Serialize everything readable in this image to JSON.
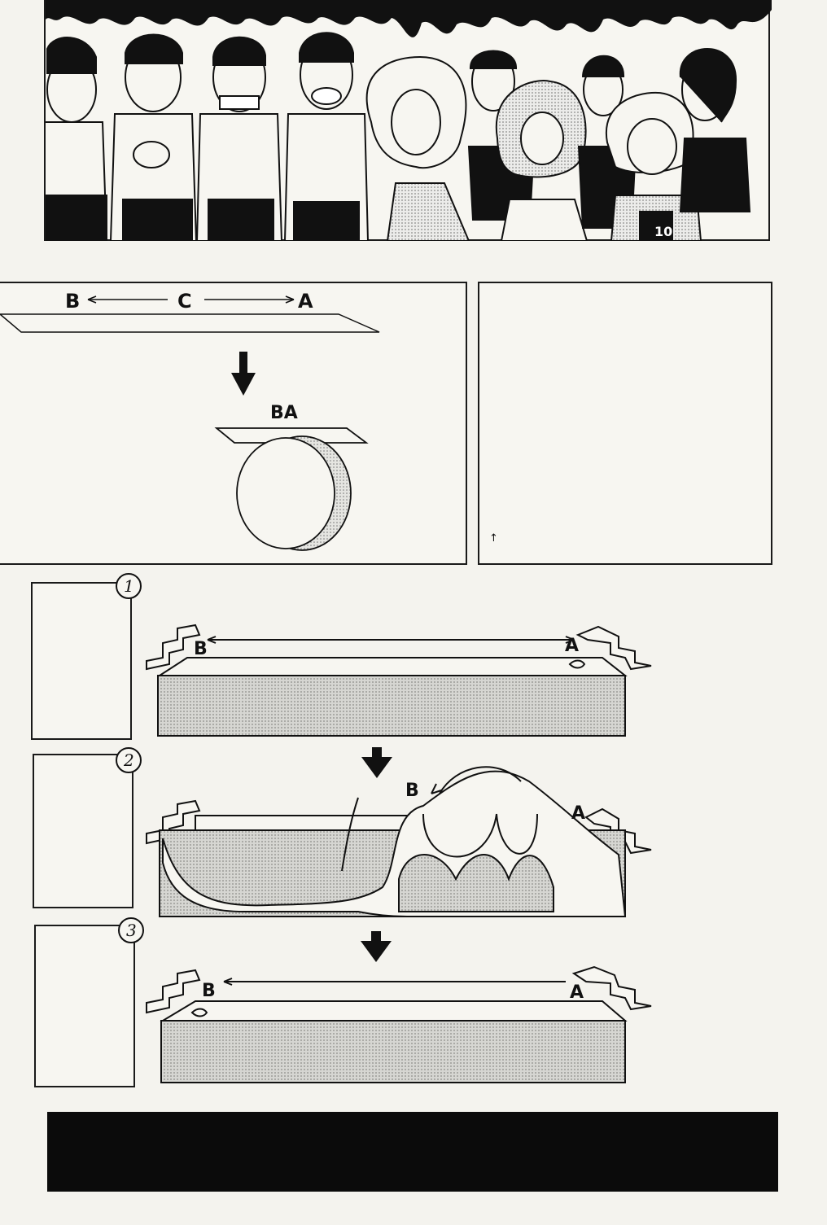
{
  "diagram1": {
    "label_b": "B",
    "label_c": "C",
    "label_a": "A",
    "label_ba": "BA"
  },
  "caption_panel": {
    "arrow_mark": "↑"
  },
  "steps": [
    {
      "number": "1",
      "label_b": "B",
      "label_a": "A"
    },
    {
      "number": "2",
      "label_b": "B",
      "label_a": "A"
    },
    {
      "number": "3",
      "label_b": "B",
      "label_a": "A"
    }
  ],
  "colors": {
    "ink": "#111111",
    "paper": "#f4f3ee",
    "screentone": "#c9c9c4"
  }
}
